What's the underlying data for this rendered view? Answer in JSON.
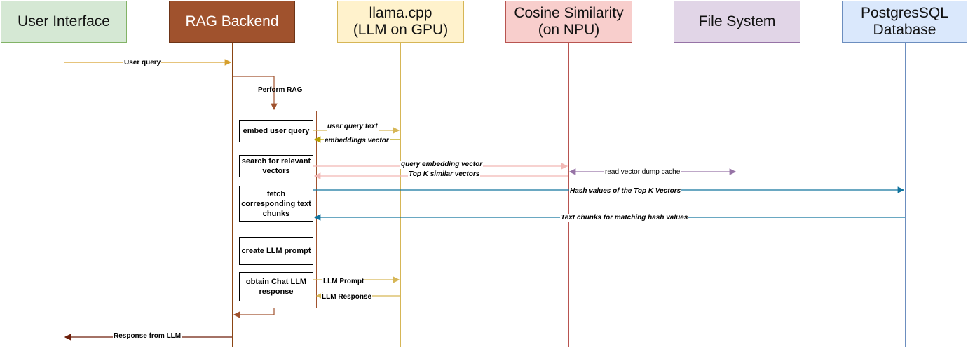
{
  "actors": [
    {
      "label": "User Interface",
      "fill": "#d5e8d4",
      "stroke": "#82b366"
    },
    {
      "label": "RAG Backend",
      "fill": "#a0522d",
      "stroke": "#6d3417",
      "text": "#ffffff"
    },
    {
      "label": "llama.cpp\n(LLM on GPU)",
      "fill": "#fff2cc",
      "stroke": "#d6b656"
    },
    {
      "label": "Cosine Similarity\n(on NPU)",
      "fill": "#f8cecc",
      "stroke": "#b85450"
    },
    {
      "label": "File System",
      "fill": "#e1d5e7",
      "stroke": "#9673a6"
    },
    {
      "label": "PostgresSQL\nDatabase",
      "fill": "#dae8fc",
      "stroke": "#6c8ebf"
    }
  ],
  "steps": {
    "perform_rag": "Perform RAG",
    "embed": "embed user query",
    "search": "search for relevant vectors",
    "fetch": "fetch corresponding text chunks",
    "prompt": "create LLM prompt",
    "obtain": "obtain Chat LLM response"
  },
  "messages": {
    "user_query": "User query",
    "query_text": "user query text",
    "embeddings_vector": "embeddings vector",
    "query_embedding_vector": "query embedding vector",
    "top_k": "Top K similar vectors",
    "read_cache": "read vector dump cache",
    "hash_values": "Hash values of the Top K Vectors",
    "text_chunks": "Text chunks for matching hash values",
    "llm_prompt": "LLM Prompt",
    "llm_response": "LLM Response",
    "response_from_llm": "Response from LLM"
  },
  "colors": {
    "user": "#d6a02e",
    "backend": "#a0522d",
    "llm": "#d6b656",
    "npu": "#f2b8b5",
    "fs": "#9673a6",
    "db": "#10739e",
    "response": "#6d1f0a"
  }
}
